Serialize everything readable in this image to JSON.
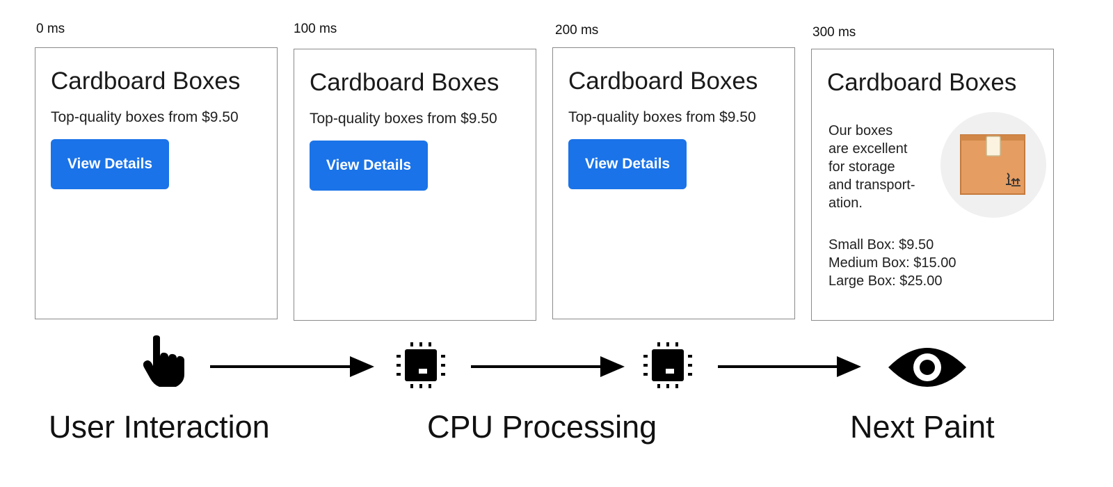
{
  "timeline": {
    "times": [
      "0 ms",
      "100 ms",
      "200 ms",
      "300 ms"
    ]
  },
  "frames": [
    {
      "title": "Cardboard Boxes",
      "subtitle": "Top-quality boxes from $9.50",
      "button_label": "View Details"
    },
    {
      "title": "Cardboard Boxes",
      "subtitle": "Top-quality boxes from $9.50",
      "button_label": "View Details"
    },
    {
      "title": "Cardboard Boxes",
      "subtitle": "Top-quality boxes from $9.50",
      "button_label": "View Details"
    },
    {
      "title": "Cardboard Boxes",
      "description_lines": [
        "Our boxes",
        "are excellent",
        "for storage",
        "and transport-",
        "ation."
      ],
      "prices": [
        "Small Box: $9.50",
        "Medium Box: $15.00",
        "Large Box: $25.00"
      ],
      "image_icon": "cardboard-box-icon"
    }
  ],
  "pipeline": {
    "icons": [
      "pointer-hand-icon",
      "cpu-chip-icon",
      "cpu-chip-icon",
      "eye-icon"
    ],
    "captions": [
      "User Interaction",
      "CPU Processing",
      "Next Paint"
    ]
  },
  "colors": {
    "button": "#1a73e8",
    "frame_border": "#8a8a8a",
    "box_fill": "#e59d62",
    "image_bg": "#f0f0f0"
  }
}
